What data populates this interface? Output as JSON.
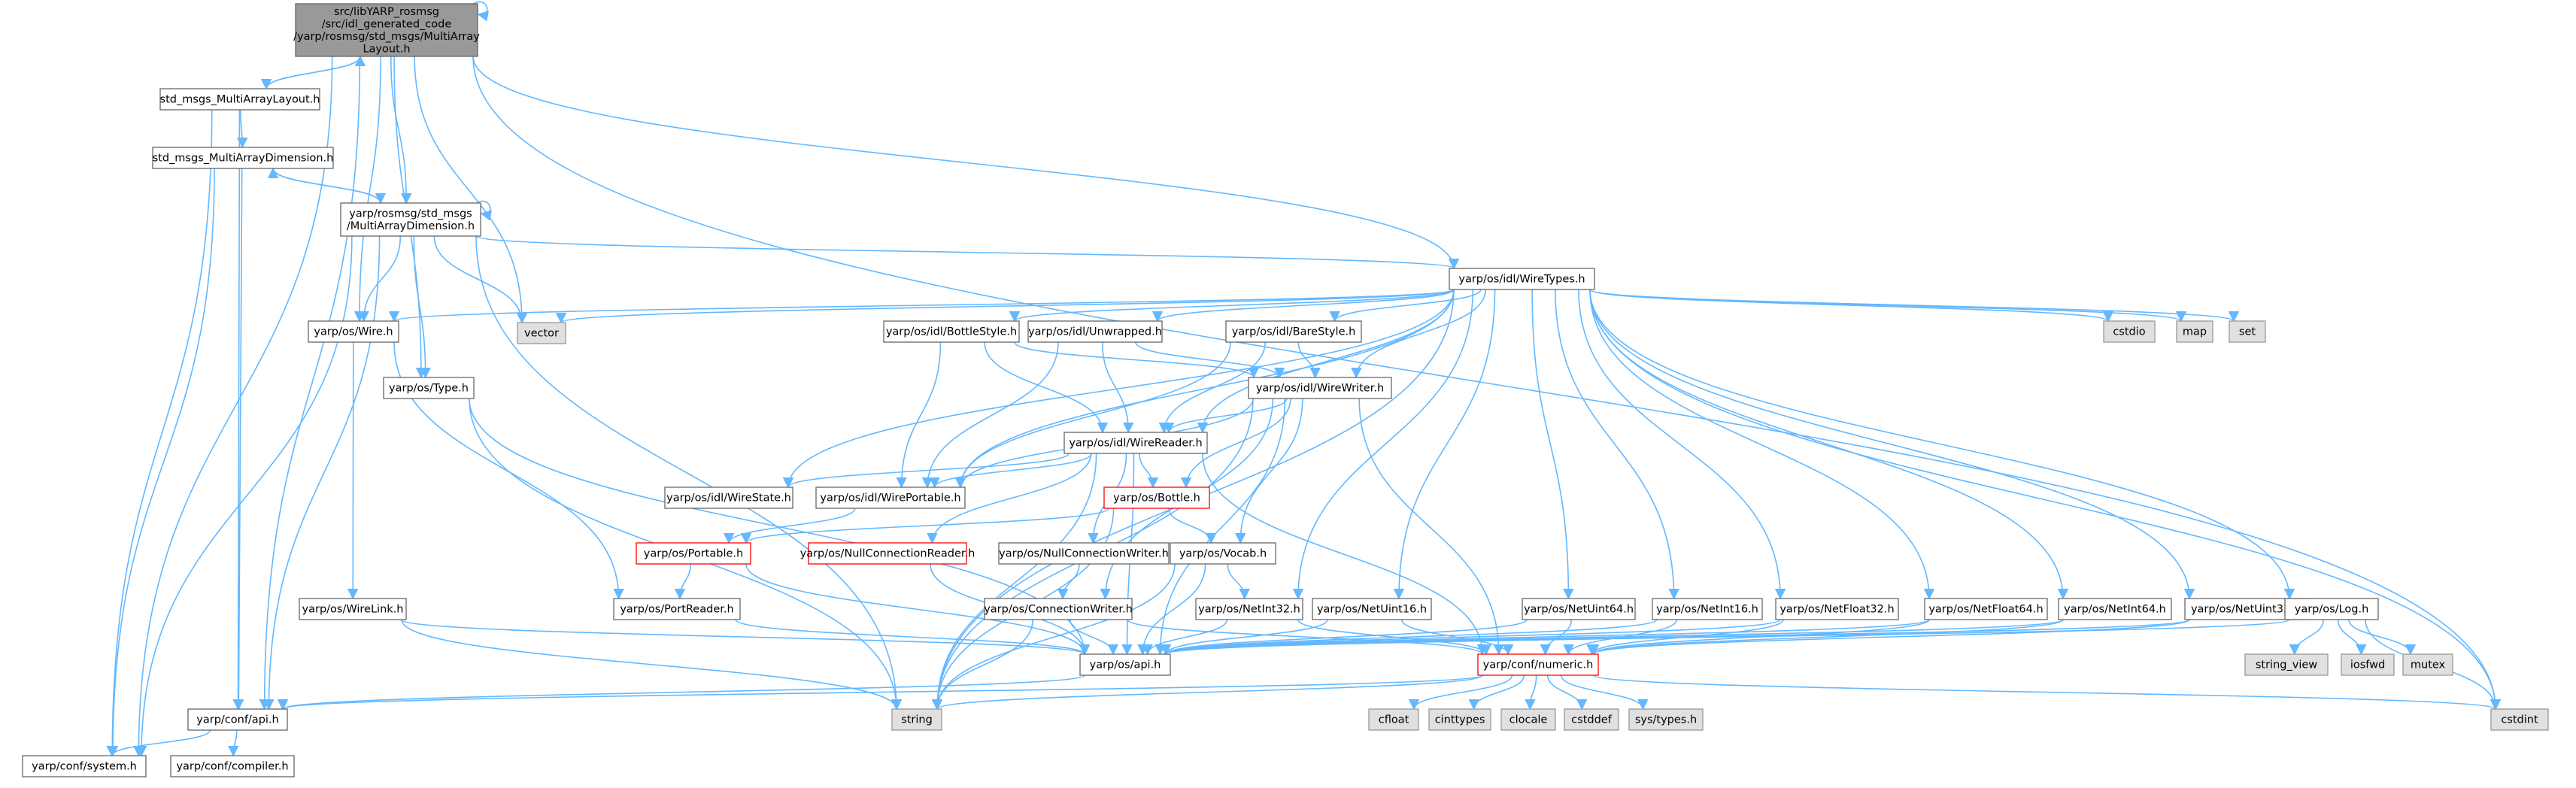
{
  "colors": {
    "edge": "#63b8ff",
    "root_fill": "#999999",
    "root_stroke": "#666666",
    "node_fill": "#ffffff",
    "node_stroke": "#666666",
    "external_fill": "#e0e0e0",
    "external_stroke": "#999999",
    "truncated_stroke": "#ff0000"
  },
  "nodes": [
    {
      "id": "root",
      "kind": "root",
      "lines": [
        "src/libYARP_rosmsg",
        "/src/idl_generated_code",
        "/yarp/rosmsg/std_msgs/MultiArray",
        "Layout.h"
      ]
    },
    {
      "id": "layout",
      "kind": "normal",
      "lines": [
        "std_msgs_MultiArrayLayout.h"
      ]
    },
    {
      "id": "dimension",
      "kind": "normal",
      "lines": [
        "std_msgs_MultiArrayDimension.h"
      ]
    },
    {
      "id": "rosdim",
      "kind": "normal",
      "lines": [
        "yarp/rosmsg/std_msgs",
        "/MultiArrayDimension.h"
      ]
    },
    {
      "id": "wiretypes",
      "kind": "normal",
      "lines": [
        "yarp/os/idl/WireTypes.h"
      ]
    },
    {
      "id": "wire",
      "kind": "normal",
      "lines": [
        "yarp/os/Wire.h"
      ]
    },
    {
      "id": "vector",
      "kind": "external",
      "lines": [
        "vector"
      ]
    },
    {
      "id": "bottlestyle",
      "kind": "normal",
      "lines": [
        "yarp/os/idl/BottleStyle.h"
      ]
    },
    {
      "id": "unwrapped",
      "kind": "normal",
      "lines": [
        "yarp/os/idl/Unwrapped.h"
      ]
    },
    {
      "id": "barestyle",
      "kind": "normal",
      "lines": [
        "yarp/os/idl/BareStyle.h"
      ]
    },
    {
      "id": "cstdio",
      "kind": "external",
      "lines": [
        "cstdio"
      ]
    },
    {
      "id": "map",
      "kind": "external",
      "lines": [
        "map"
      ]
    },
    {
      "id": "set",
      "kind": "external",
      "lines": [
        "set"
      ]
    },
    {
      "id": "type",
      "kind": "normal",
      "lines": [
        "yarp/os/Type.h"
      ]
    },
    {
      "id": "wirewriter",
      "kind": "normal",
      "lines": [
        "yarp/os/idl/WireWriter.h"
      ]
    },
    {
      "id": "wirereader",
      "kind": "normal",
      "lines": [
        "yarp/os/idl/WireReader.h"
      ]
    },
    {
      "id": "wirestate",
      "kind": "normal",
      "lines": [
        "yarp/os/idl/WireState.h"
      ]
    },
    {
      "id": "wireportable",
      "kind": "normal",
      "lines": [
        "yarp/os/idl/WirePortable.h"
      ]
    },
    {
      "id": "bottle",
      "kind": "truncated",
      "lines": [
        "yarp/os/Bottle.h"
      ]
    },
    {
      "id": "portable",
      "kind": "truncated",
      "lines": [
        "yarp/os/Portable.h"
      ]
    },
    {
      "id": "nullreader",
      "kind": "truncated",
      "lines": [
        "yarp/os/NullConnectionReader.h"
      ]
    },
    {
      "id": "nullwriter",
      "kind": "normal",
      "lines": [
        "yarp/os/NullConnectionWriter.h"
      ]
    },
    {
      "id": "vocab",
      "kind": "normal",
      "lines": [
        "yarp/os/Vocab.h"
      ]
    },
    {
      "id": "wirelink",
      "kind": "normal",
      "lines": [
        "yarp/os/WireLink.h"
      ]
    },
    {
      "id": "portreader",
      "kind": "normal",
      "lines": [
        "yarp/os/PortReader.h"
      ]
    },
    {
      "id": "connwriter",
      "kind": "normal",
      "lines": [
        "yarp/os/ConnectionWriter.h"
      ]
    },
    {
      "id": "netint32",
      "kind": "normal",
      "lines": [
        "yarp/os/NetInt32.h"
      ]
    },
    {
      "id": "netuint16",
      "kind": "normal",
      "lines": [
        "yarp/os/NetUint16.h"
      ]
    },
    {
      "id": "netuint64",
      "kind": "normal",
      "lines": [
        "yarp/os/NetUint64.h"
      ]
    },
    {
      "id": "netint16",
      "kind": "normal",
      "lines": [
        "yarp/os/NetInt16.h"
      ]
    },
    {
      "id": "netfloat32",
      "kind": "normal",
      "lines": [
        "yarp/os/NetFloat32.h"
      ]
    },
    {
      "id": "netfloat64",
      "kind": "normal",
      "lines": [
        "yarp/os/NetFloat64.h"
      ]
    },
    {
      "id": "netint64",
      "kind": "normal",
      "lines": [
        "yarp/os/NetInt64.h"
      ]
    },
    {
      "id": "netuint32",
      "kind": "normal",
      "lines": [
        "yarp/os/NetUint32.h"
      ]
    },
    {
      "id": "log",
      "kind": "normal",
      "lines": [
        "yarp/os/Log.h"
      ]
    },
    {
      "id": "osapi",
      "kind": "normal",
      "lines": [
        "yarp/os/api.h"
      ]
    },
    {
      "id": "numeric",
      "kind": "truncated",
      "lines": [
        "yarp/conf/numeric.h"
      ]
    },
    {
      "id": "string_view",
      "kind": "external",
      "lines": [
        "string_view"
      ]
    },
    {
      "id": "iosfwd",
      "kind": "external",
      "lines": [
        "iosfwd"
      ]
    },
    {
      "id": "mutex",
      "kind": "external",
      "lines": [
        "mutex"
      ]
    },
    {
      "id": "confapi",
      "kind": "normal",
      "lines": [
        "yarp/conf/api.h"
      ]
    },
    {
      "id": "string",
      "kind": "external",
      "lines": [
        "string"
      ]
    },
    {
      "id": "cfloat",
      "kind": "external",
      "lines": [
        "cfloat"
      ]
    },
    {
      "id": "cinttypes",
      "kind": "external",
      "lines": [
        "cinttypes"
      ]
    },
    {
      "id": "clocale",
      "kind": "external",
      "lines": [
        "clocale"
      ]
    },
    {
      "id": "cstddef",
      "kind": "external",
      "lines": [
        "cstddef"
      ]
    },
    {
      "id": "systypes",
      "kind": "external",
      "lines": [
        "sys/types.h"
      ]
    },
    {
      "id": "cstdint",
      "kind": "external",
      "lines": [
        "cstdint"
      ]
    },
    {
      "id": "system",
      "kind": "normal",
      "lines": [
        "yarp/conf/system.h"
      ]
    },
    {
      "id": "compiler",
      "kind": "normal",
      "lines": [
        "yarp/conf/compiler.h"
      ]
    }
  ],
  "edges": [
    [
      "root",
      "root"
    ],
    [
      "root",
      "layout"
    ],
    [
      "root",
      "rosdim"
    ],
    [
      "root",
      "wiretypes"
    ],
    [
      "root",
      "wire"
    ],
    [
      "root",
      "vector"
    ],
    [
      "root",
      "type"
    ],
    [
      "root",
      "confapi"
    ],
    [
      "root",
      "system"
    ],
    [
      "root",
      "cstdint"
    ],
    [
      "layout",
      "root"
    ],
    [
      "layout",
      "dimension"
    ],
    [
      "layout",
      "confapi"
    ],
    [
      "layout",
      "system"
    ],
    [
      "dimension",
      "rosdim"
    ],
    [
      "dimension",
      "confapi"
    ],
    [
      "dimension",
      "system"
    ],
    [
      "rosdim",
      "rosdim"
    ],
    [
      "rosdim",
      "dimension"
    ],
    [
      "rosdim",
      "wiretypes"
    ],
    [
      "rosdim",
      "wire"
    ],
    [
      "rosdim",
      "vector"
    ],
    [
      "rosdim",
      "type"
    ],
    [
      "rosdim",
      "string"
    ],
    [
      "rosdim",
      "confapi"
    ],
    [
      "rosdim",
      "system"
    ],
    [
      "wiretypes",
      "wire"
    ],
    [
      "wiretypes",
      "vector"
    ],
    [
      "wiretypes",
      "bottlestyle"
    ],
    [
      "wiretypes",
      "unwrapped"
    ],
    [
      "wiretypes",
      "barestyle"
    ],
    [
      "wiretypes",
      "wirewriter"
    ],
    [
      "wiretypes",
      "wirereader"
    ],
    [
      "wiretypes",
      "wirestate"
    ],
    [
      "wiretypes",
      "wireportable"
    ],
    [
      "wiretypes",
      "netint32"
    ],
    [
      "wiretypes",
      "netuint16"
    ],
    [
      "wiretypes",
      "netuint64"
    ],
    [
      "wiretypes",
      "netint16"
    ],
    [
      "wiretypes",
      "netfloat32"
    ],
    [
      "wiretypes",
      "netfloat64"
    ],
    [
      "wiretypes",
      "netint64"
    ],
    [
      "wiretypes",
      "netuint32"
    ],
    [
      "wiretypes",
      "log"
    ],
    [
      "wiretypes",
      "cstdio"
    ],
    [
      "wiretypes",
      "map"
    ],
    [
      "wiretypes",
      "set"
    ],
    [
      "wiretypes",
      "string"
    ],
    [
      "wiretypes",
      "cstdint"
    ],
    [
      "wire",
      "portreader"
    ],
    [
      "wire",
      "wirelink"
    ],
    [
      "type",
      "osapi"
    ],
    [
      "type",
      "string"
    ],
    [
      "bottlestyle",
      "wirereader"
    ],
    [
      "bottlestyle",
      "wirewriter"
    ],
    [
      "bottlestyle",
      "wireportable"
    ],
    [
      "unwrapped",
      "wirereader"
    ],
    [
      "unwrapped",
      "wirewriter"
    ],
    [
      "unwrapped",
      "wireportable"
    ],
    [
      "barestyle",
      "wirereader"
    ],
    [
      "barestyle",
      "wirewriter"
    ],
    [
      "barestyle",
      "wireportable"
    ],
    [
      "wirewriter",
      "wirereader"
    ],
    [
      "wirewriter",
      "wireportable"
    ],
    [
      "wirewriter",
      "bottle"
    ],
    [
      "wirewriter",
      "vocab"
    ],
    [
      "wirewriter",
      "connwriter"
    ],
    [
      "wirewriter",
      "numeric"
    ],
    [
      "wirewriter",
      "string"
    ],
    [
      "wirewriter",
      "osapi"
    ],
    [
      "wirereader",
      "wirestate"
    ],
    [
      "wirereader",
      "wireportable"
    ],
    [
      "wirereader",
      "bottle"
    ],
    [
      "wirereader",
      "nullreader"
    ],
    [
      "wirereader",
      "nullwriter"
    ],
    [
      "wirereader",
      "numeric"
    ],
    [
      "wirereader",
      "string"
    ],
    [
      "wirereader",
      "osapi"
    ],
    [
      "wireportable",
      "portable"
    ],
    [
      "bottle",
      "portable"
    ],
    [
      "bottle",
      "vocab"
    ],
    [
      "bottle",
      "string"
    ],
    [
      "portable",
      "portreader"
    ],
    [
      "portable",
      "osapi"
    ],
    [
      "nullreader",
      "osapi"
    ],
    [
      "nullwriter",
      "connwriter"
    ],
    [
      "vocab",
      "netint32"
    ],
    [
      "vocab",
      "string"
    ],
    [
      "vocab",
      "osapi"
    ],
    [
      "wirelink",
      "osapi"
    ],
    [
      "wirelink",
      "string"
    ],
    [
      "portreader",
      "osapi"
    ],
    [
      "connwriter",
      "osapi"
    ],
    [
      "connwriter",
      "numeric"
    ],
    [
      "connwriter",
      "string"
    ],
    [
      "netint32",
      "osapi"
    ],
    [
      "netint32",
      "numeric"
    ],
    [
      "netuint16",
      "osapi"
    ],
    [
      "netuint16",
      "numeric"
    ],
    [
      "netuint64",
      "osapi"
    ],
    [
      "netuint64",
      "numeric"
    ],
    [
      "netint16",
      "osapi"
    ],
    [
      "netint16",
      "numeric"
    ],
    [
      "netfloat32",
      "osapi"
    ],
    [
      "netfloat32",
      "numeric"
    ],
    [
      "netfloat64",
      "osapi"
    ],
    [
      "netfloat64",
      "numeric"
    ],
    [
      "netint64",
      "osapi"
    ],
    [
      "netint64",
      "numeric"
    ],
    [
      "netuint32",
      "osapi"
    ],
    [
      "netuint32",
      "numeric"
    ],
    [
      "log",
      "osapi"
    ],
    [
      "log",
      "string_view"
    ],
    [
      "log",
      "iosfwd"
    ],
    [
      "log",
      "mutex"
    ],
    [
      "log",
      "cstdint"
    ],
    [
      "osapi",
      "confapi"
    ],
    [
      "numeric",
      "string"
    ],
    [
      "numeric",
      "cfloat"
    ],
    [
      "numeric",
      "cinttypes"
    ],
    [
      "numeric",
      "clocale"
    ],
    [
      "numeric",
      "cstddef"
    ],
    [
      "numeric",
      "systypes"
    ],
    [
      "numeric",
      "cstdint"
    ],
    [
      "numeric",
      "confapi"
    ],
    [
      "confapi",
      "system"
    ],
    [
      "confapi",
      "compiler"
    ]
  ]
}
